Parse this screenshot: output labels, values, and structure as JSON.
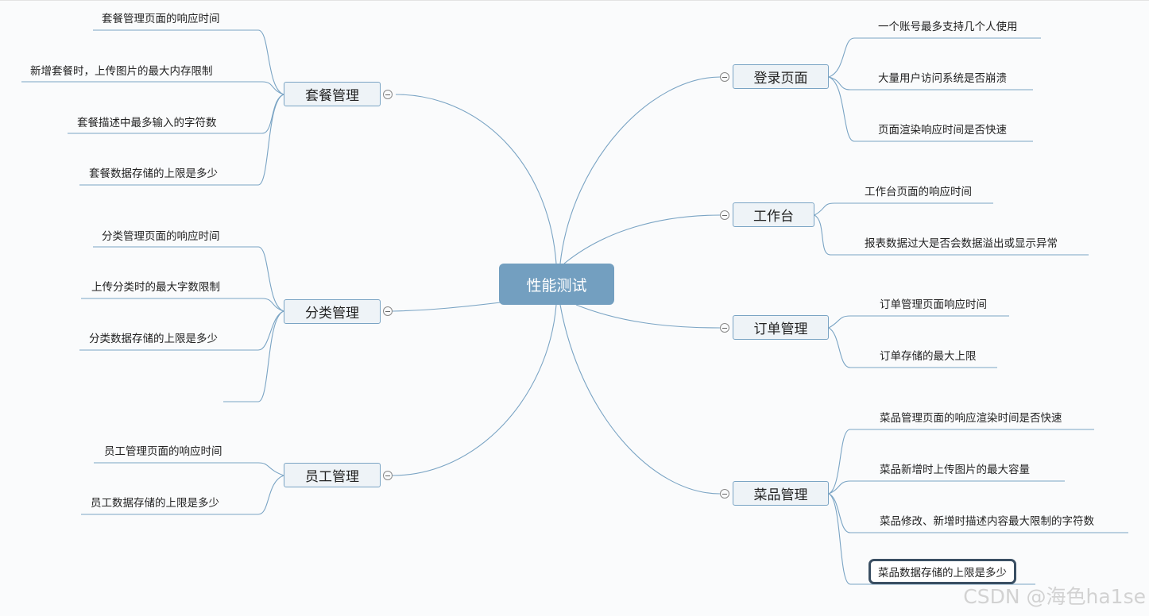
{
  "center": "性能测试",
  "branches": {
    "taocan": {
      "label": "套餐管理",
      "leaves": [
        "套餐管理页面的响应时间",
        "新增套餐时，上传图片的最大内存限制",
        "套餐描述中最多输入的字符数",
        "套餐数据存储的上限是多少"
      ]
    },
    "fenlei": {
      "label": "分类管理",
      "leaves": [
        "分类管理页面的响应时间",
        "上传分类时的最大字数限制",
        "分类数据存储的上限是多少",
        ""
      ]
    },
    "yuangong": {
      "label": "员工管理",
      "leaves": [
        "员工管理页面的响应时间",
        "员工数据存储的上限是多少"
      ]
    },
    "denglu": {
      "label": "登录页面",
      "leaves": [
        "一个账号最多支持几个人使用",
        "大量用户访问系统是否崩溃",
        "页面渲染响应时间是否快速"
      ]
    },
    "gongzuotai": {
      "label": "工作台",
      "leaves": [
        "工作台页面的响应时间",
        "报表数据过大是否会数据溢出或显示异常"
      ]
    },
    "dingdan": {
      "label": "订单管理",
      "leaves": [
        "订单管理页面响应时间",
        "订单存储的最大上限"
      ]
    },
    "caipin": {
      "label": "菜品管理",
      "leaves": [
        "菜品管理页面的响应渲染时间是否快速",
        "菜品新增时上传图片的最大容量",
        "菜品修改、新增时描述内容最大限制的字符数",
        "菜品数据存储的上限是多少"
      ]
    }
  },
  "watermark": "CSDN @海色ha1se",
  "colors": {
    "line": "#7aa4c4",
    "center": "#739fc0"
  }
}
